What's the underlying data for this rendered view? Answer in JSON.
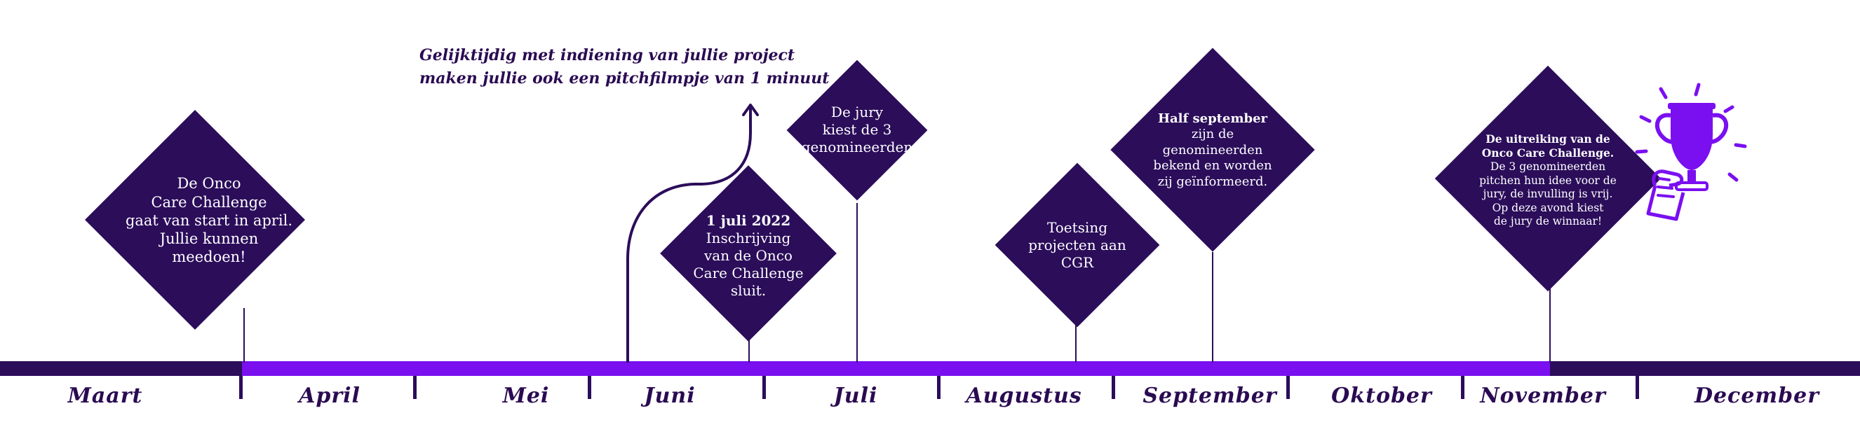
{
  "note": {
    "line1": "Gelijktijdig met indiening van jullie project",
    "line2": "maken jullie ook een pitchfilmpje van 1 minuut"
  },
  "milestones": [
    {
      "lines": [
        "De Onco",
        "Care Challenge",
        "gaat van start in april.",
        "Jullie kunnen",
        "meedoen!"
      ]
    },
    {
      "title": "1 juli 2022",
      "lines": [
        "Inschrijving",
        "van de Onco",
        "Care Challenge",
        "sluit."
      ]
    },
    {
      "lines": [
        "De jury",
        "kiest de 3",
        "genomineerden"
      ]
    },
    {
      "lines": [
        "Toetsing",
        "projecten aan",
        "CGR"
      ]
    },
    {
      "title": "Half september",
      "lines": [
        "zijn de",
        "genomineerden",
        "bekend en worden",
        "zij geïnformeerd."
      ]
    },
    {
      "title": "De uitreiking van de",
      "title2": "Onco Care Challenge.",
      "lines": [
        "De 3 genomineerden",
        "pitchen hun idee voor de",
        "jury, de invulling is vrij.",
        "Op deze avond kiest",
        "de jury de winnaar!"
      ]
    }
  ],
  "months": [
    "Maart",
    "April",
    "Mei",
    "Juni",
    "Juli",
    "Augustus",
    "September",
    "Oktober",
    "November",
    "December"
  ],
  "colors": {
    "dark": "#2b0d5a",
    "accent": "#7a0ff0",
    "text": "#ffffff"
  },
  "icons": {
    "trophy": "trophy-icon"
  }
}
